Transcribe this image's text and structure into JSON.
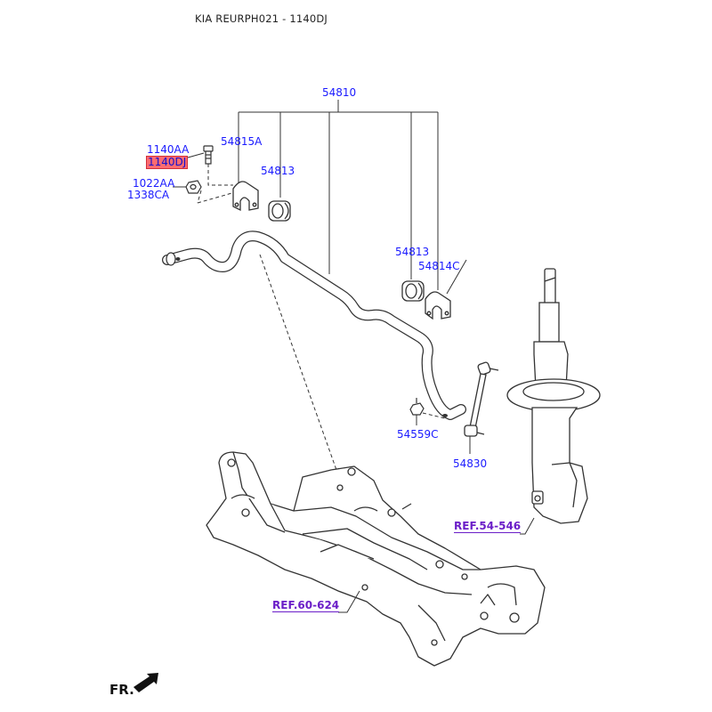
{
  "header": {
    "title": "KIA REURPH021 - 1140DJ"
  },
  "callouts": {
    "c54810": "54810",
    "c54815a": "54815A",
    "c1140aa": "1140AA",
    "c1140dj": "1140DJ",
    "c54813_top": "54813",
    "c1022aa": "1022AA",
    "c1338ca": "1338CA",
    "c54813_mid": "54813",
    "c54814c": "54814C",
    "c54559c": "54559C",
    "c54830": "54830"
  },
  "refs": {
    "ref54546": "REF.54-546",
    "ref60624": "REF.60-624"
  },
  "direction": {
    "label": "FR."
  },
  "colors": {
    "callout": "#1a1aff",
    "highlight": "#ff6b72",
    "ref": "#6b1ec8",
    "line": "#333333"
  }
}
